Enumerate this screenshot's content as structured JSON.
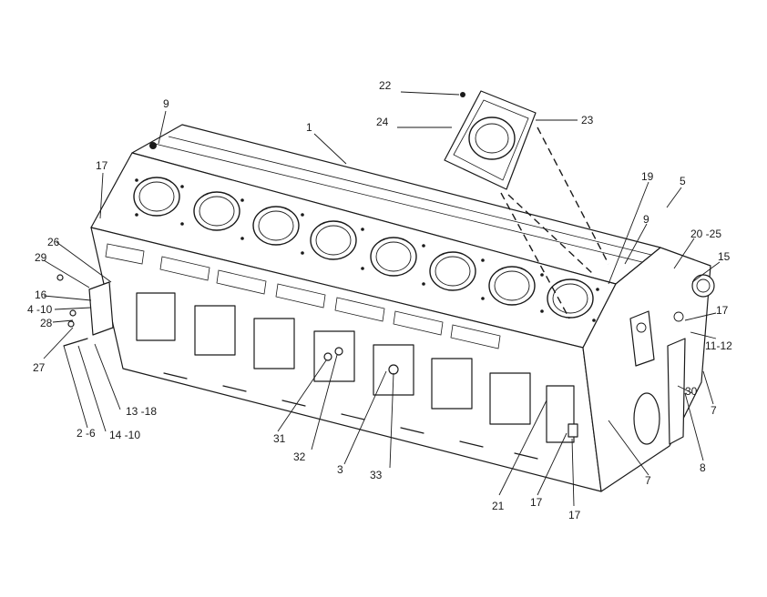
{
  "diagram": {
    "callouts": [
      {
        "id": "c1",
        "text": "1"
      },
      {
        "id": "c9a",
        "text": "9"
      },
      {
        "id": "c17a",
        "text": "17"
      },
      {
        "id": "c22",
        "text": "22"
      },
      {
        "id": "c24",
        "text": "24"
      },
      {
        "id": "c23",
        "text": "23"
      },
      {
        "id": "c19",
        "text": "19"
      },
      {
        "id": "c5",
        "text": "5"
      },
      {
        "id": "c9b",
        "text": "9"
      },
      {
        "id": "c20",
        "text": "20 -25"
      },
      {
        "id": "c15",
        "text": "15"
      },
      {
        "id": "c17b",
        "text": "17"
      },
      {
        "id": "c11",
        "text": "11-12"
      },
      {
        "id": "c30",
        "text": "30"
      },
      {
        "id": "c7a",
        "text": "7"
      },
      {
        "id": "c8",
        "text": "8"
      },
      {
        "id": "c7b",
        "text": "7"
      },
      {
        "id": "c17c",
        "text": "17"
      },
      {
        "id": "c17d",
        "text": "17"
      },
      {
        "id": "c21",
        "text": "21"
      },
      {
        "id": "c33",
        "text": "33"
      },
      {
        "id": "c3",
        "text": "3"
      },
      {
        "id": "c32",
        "text": "32"
      },
      {
        "id": "c31",
        "text": "31"
      },
      {
        "id": "c26",
        "text": "26"
      },
      {
        "id": "c29",
        "text": "29"
      },
      {
        "id": "c16",
        "text": "16"
      },
      {
        "id": "c4",
        "text": "4 -10"
      },
      {
        "id": "c28",
        "text": "28"
      },
      {
        "id": "c27",
        "text": "27"
      },
      {
        "id": "c2",
        "text": "2 -6"
      },
      {
        "id": "c14",
        "text": "14 -10"
      },
      {
        "id": "c13",
        "text": "13 -18"
      }
    ]
  }
}
